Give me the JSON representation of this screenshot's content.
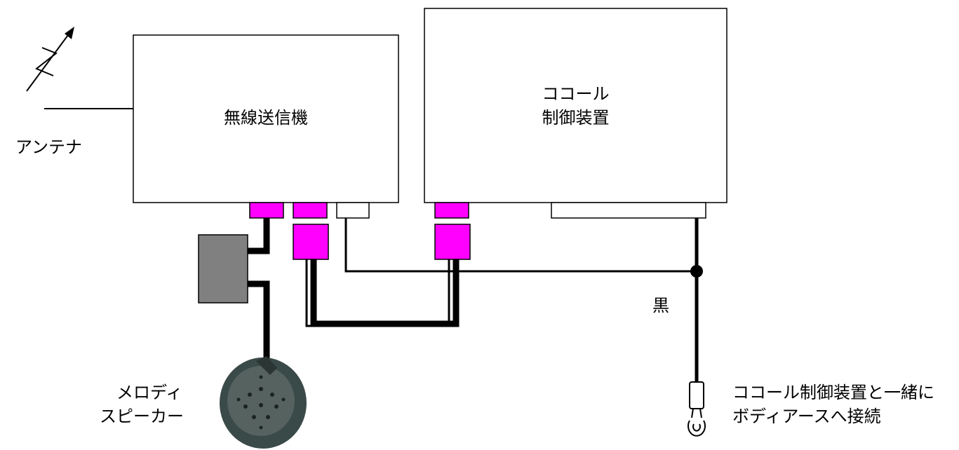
{
  "labels": {
    "antenna": "アンテナ",
    "transmitter": "無線送信機",
    "controller_line1": "ココール",
    "controller_line2": "制御装置",
    "black_wire": "黒",
    "speaker_line1": "メロディ",
    "speaker_line2": "スピーカー",
    "ground_line1": "ココール制御装置と一緒に",
    "ground_line2": "ボディアースへ接続"
  },
  "colors": {
    "connector": "#ff00ff",
    "junction_box": "#808080",
    "wire": "#000000",
    "speaker_body": "#3a4a48"
  }
}
